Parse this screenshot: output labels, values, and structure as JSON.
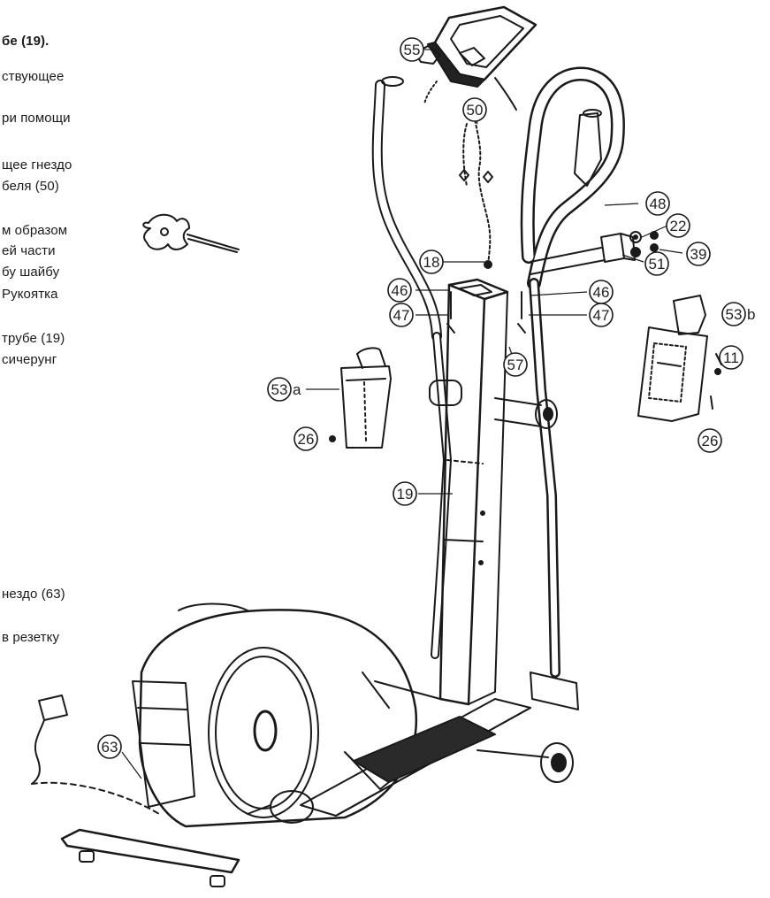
{
  "instruction_fragments": [
    "бе (19).",
    "ствующее",
    "ри помощи",
    "щее  гнездо",
    "беля (50)",
    "м образом",
    "ей части",
    "бу шайбу",
    " Рукоятка",
    " трубе (19)",
    "сичерунг",
    "нездо (63)",
    "  в  резетку"
  ],
  "callouts": [
    {
      "label": "55"
    },
    {
      "label": "50"
    },
    {
      "label": "48"
    },
    {
      "label": "22"
    },
    {
      "label": "39"
    },
    {
      "label": "51"
    },
    {
      "label": "18"
    },
    {
      "label": "46"
    },
    {
      "label": "47"
    },
    {
      "label": "46"
    },
    {
      "label": "47"
    },
    {
      "label": "57"
    },
    {
      "label": "53",
      "suffix": "b"
    },
    {
      "label": "11"
    },
    {
      "label": "26"
    },
    {
      "label": "53",
      "suffix": "a"
    },
    {
      "label": "26"
    },
    {
      "label": "19"
    },
    {
      "label": "63"
    }
  ]
}
